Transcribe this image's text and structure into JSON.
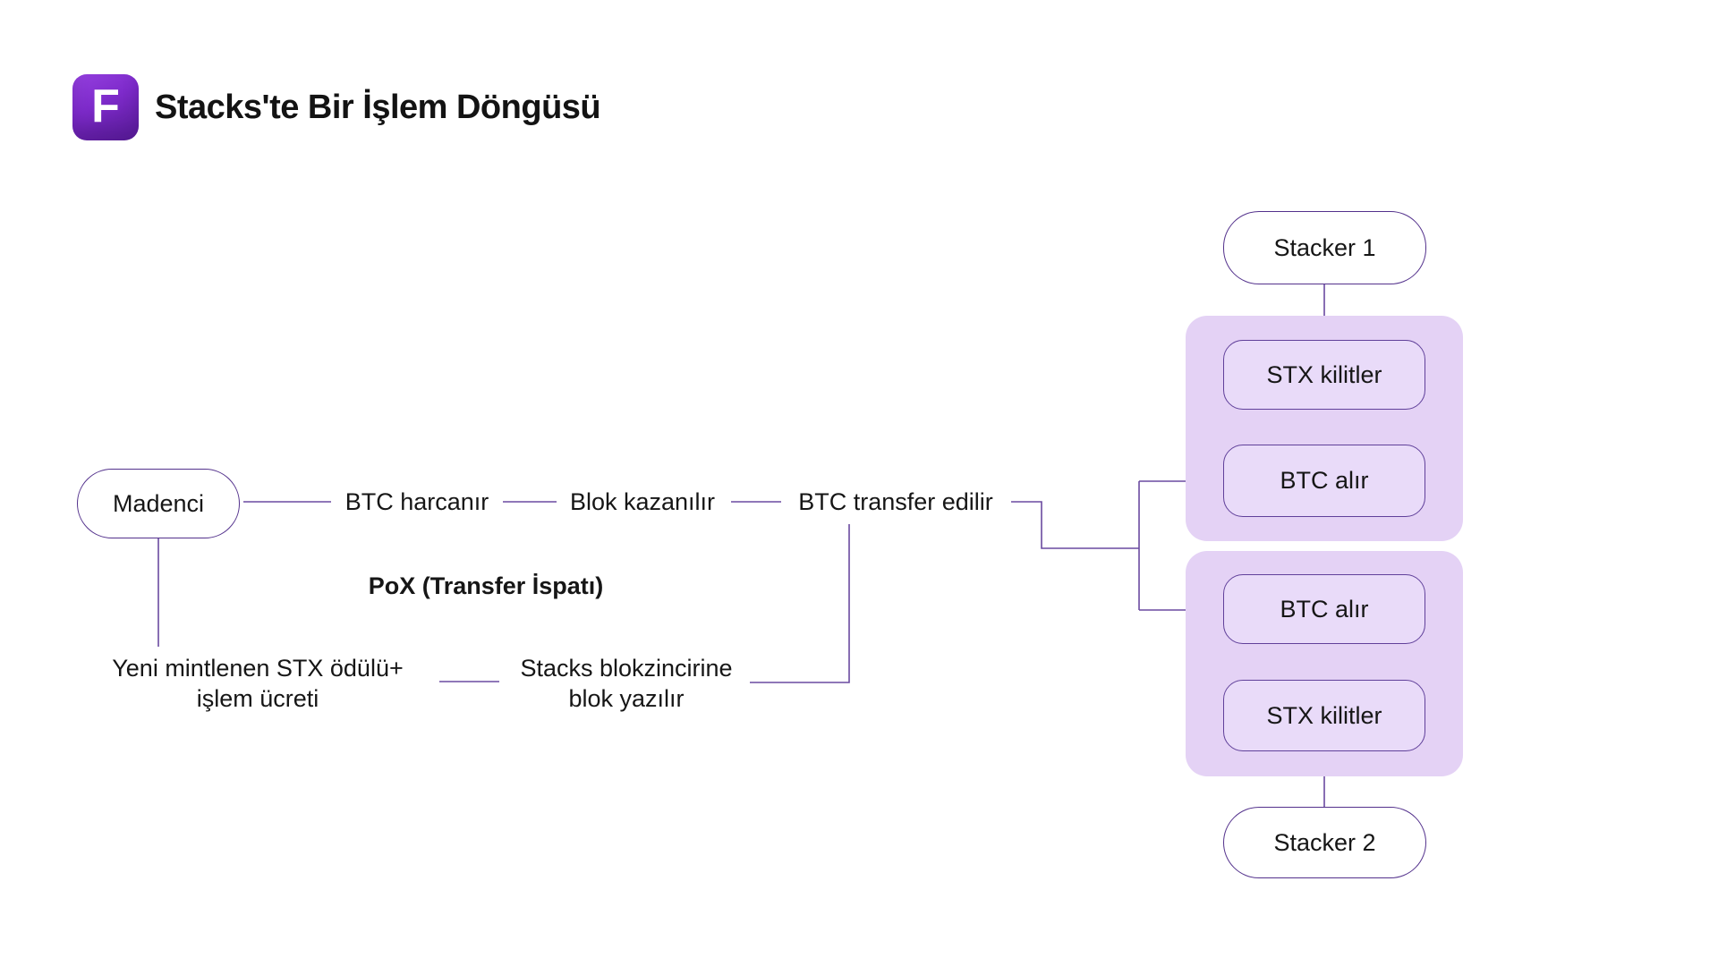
{
  "header": {
    "logo_letter": "F",
    "title": "Stacks'te Bir İşlem Döngüsü"
  },
  "flow": {
    "miner_label": "Madenci",
    "step1": "BTC harcanır",
    "step2": "Blok kazanılır",
    "step3": "BTC transfer edilir",
    "pox_title": "PoX (Transfer İspatı)",
    "reward_note_line1": "Yeni mintlenen STX ödülü+",
    "reward_note_line2": "işlem ücreti",
    "block_note_line1": "Stacks blokzincirine",
    "block_note_line2": "blok yazılır"
  },
  "stacker_group_1": {
    "stacker_label": "Stacker 1",
    "step_top": "STX kilitler",
    "step_bottom": "BTC alır"
  },
  "stacker_group_2": {
    "step_top": "BTC alır",
    "step_bottom": "STX kilitler",
    "stacker_label": "Stacker 2"
  },
  "colors": {
    "brand_purple": "#7e2bcb",
    "node_border": "#53318c",
    "step_border": "#60409a",
    "connector": "#6a4aa0",
    "container_fill": "#e4d2f5",
    "step_fill": "#e9dbf9",
    "text": "#161616"
  }
}
